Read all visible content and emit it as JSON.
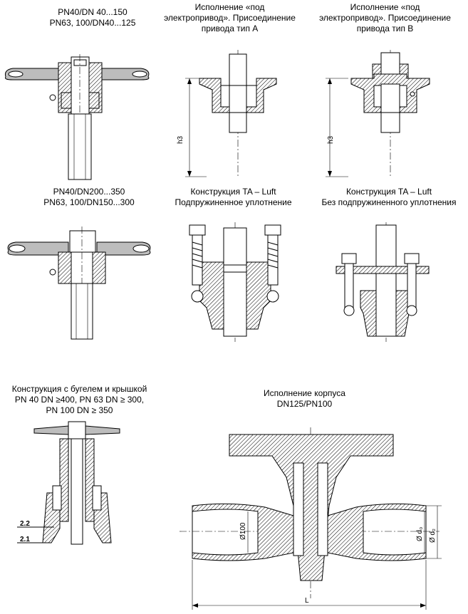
{
  "figures": [
    {
      "id": "handwheel-small",
      "caption_lines": [
        "PN40/DN 40...150",
        "PN63, 100/DN40...125"
      ]
    },
    {
      "id": "actuator-type-a",
      "caption_lines": [
        "Исполнение «под",
        "электропривод». Присоединение",
        "привода тип А"
      ],
      "dim_label": "h3"
    },
    {
      "id": "actuator-type-b",
      "caption_lines": [
        "Исполнение «под",
        "электропривод». Присоединение",
        "привода тип В"
      ],
      "dim_label": "h3"
    },
    {
      "id": "handwheel-large",
      "caption_lines": [
        "PN40/DN200...350",
        "PN63, 100/DN150...300"
      ]
    },
    {
      "id": "ta-luft-spring",
      "caption_lines": [
        "Конструкция TA – Luft",
        "Подпружиненное уплотнение"
      ]
    },
    {
      "id": "ta-luft-nospring",
      "caption_lines": [
        "Конструкция TA – Luft",
        "Без подпружиненного уплотнения"
      ]
    },
    {
      "id": "yoke-bonnet",
      "caption_lines": [
        "Конструкция с бугелем и крышкой",
        "PN 40 DN ≥400, PN 63 DN ≥ 300,",
        "PN 100 DN ≥ 350"
      ],
      "callouts": [
        "2.2",
        "2.1"
      ]
    },
    {
      "id": "body-dn125",
      "caption_lines": [
        "Исполнение корпуса",
        "DN125/PN100"
      ],
      "dims": [
        "Ø100",
        "Ø d₀",
        "Ø d₂",
        "L"
      ]
    }
  ],
  "colors": {
    "line": "#000000",
    "fill": "#bdbdbd",
    "background": "#ffffff"
  }
}
